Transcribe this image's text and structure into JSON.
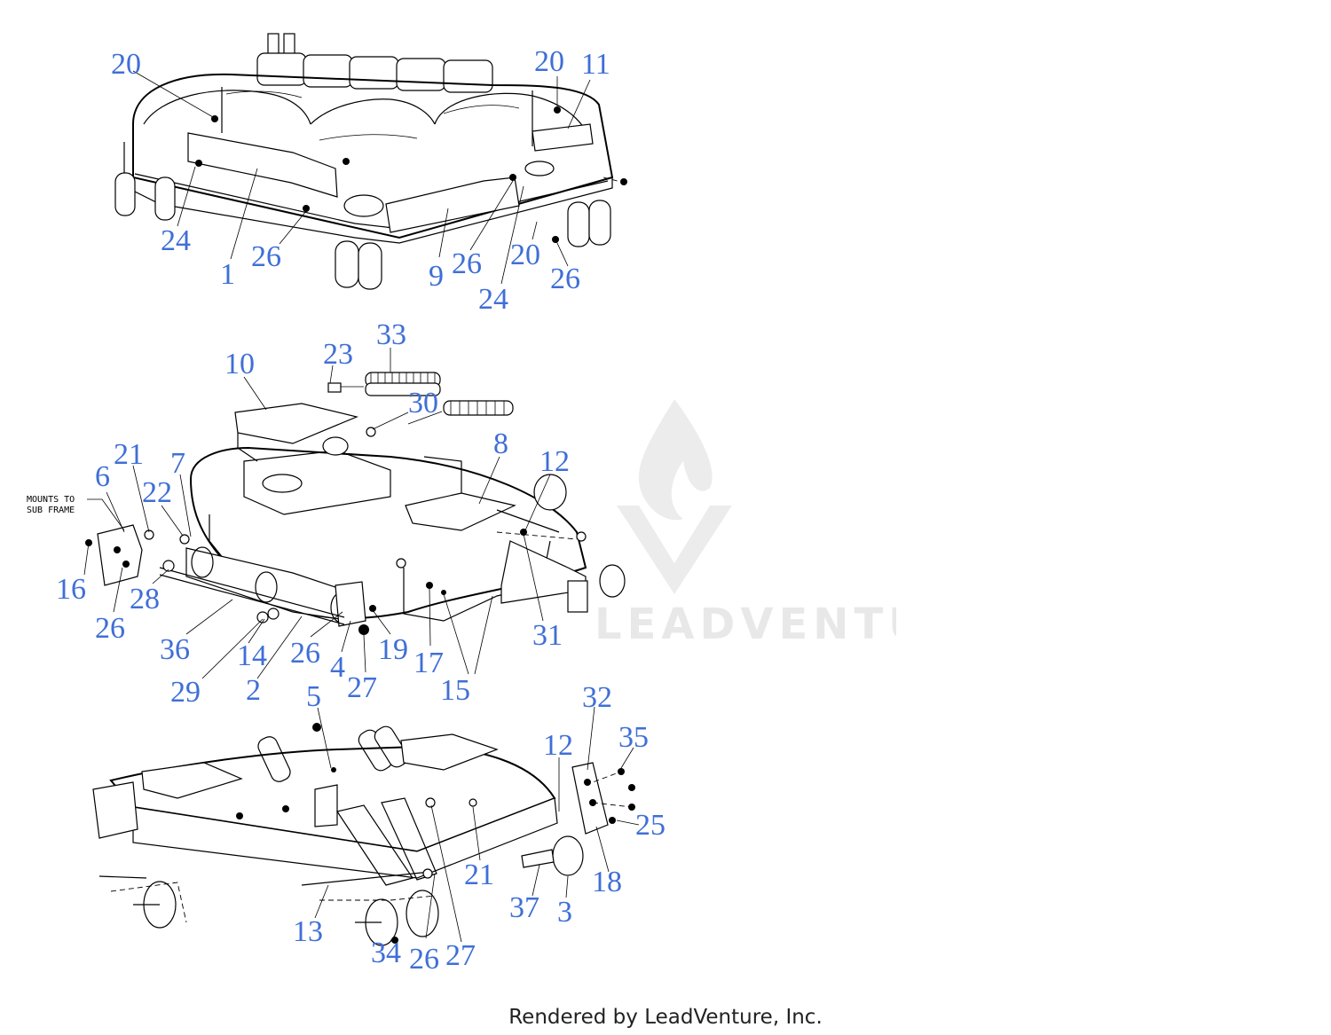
{
  "footer_text": "Rendered by LeadVenture, Inc.",
  "watermark_text": "LEADVENTURE",
  "mounts_note_line1": "MOUNTS TO",
  "mounts_note_line2": "SUB FRAME",
  "callout_color": "#3f6fd6",
  "callouts": {
    "top": [
      "20",
      "20",
      "11",
      "24",
      "1",
      "26",
      "9",
      "26",
      "20",
      "24",
      "26"
    ],
    "middle": [
      "33",
      "23",
      "10",
      "30",
      "8",
      "12",
      "21",
      "7",
      "6",
      "22",
      "16",
      "28",
      "26",
      "36",
      "14",
      "26",
      "4",
      "27",
      "19",
      "17",
      "31",
      "15",
      "29",
      "2"
    ],
    "bottom": [
      "5",
      "32",
      "35",
      "12",
      "25",
      "21",
      "18",
      "37",
      "3",
      "13",
      "34",
      "26",
      "27"
    ]
  }
}
